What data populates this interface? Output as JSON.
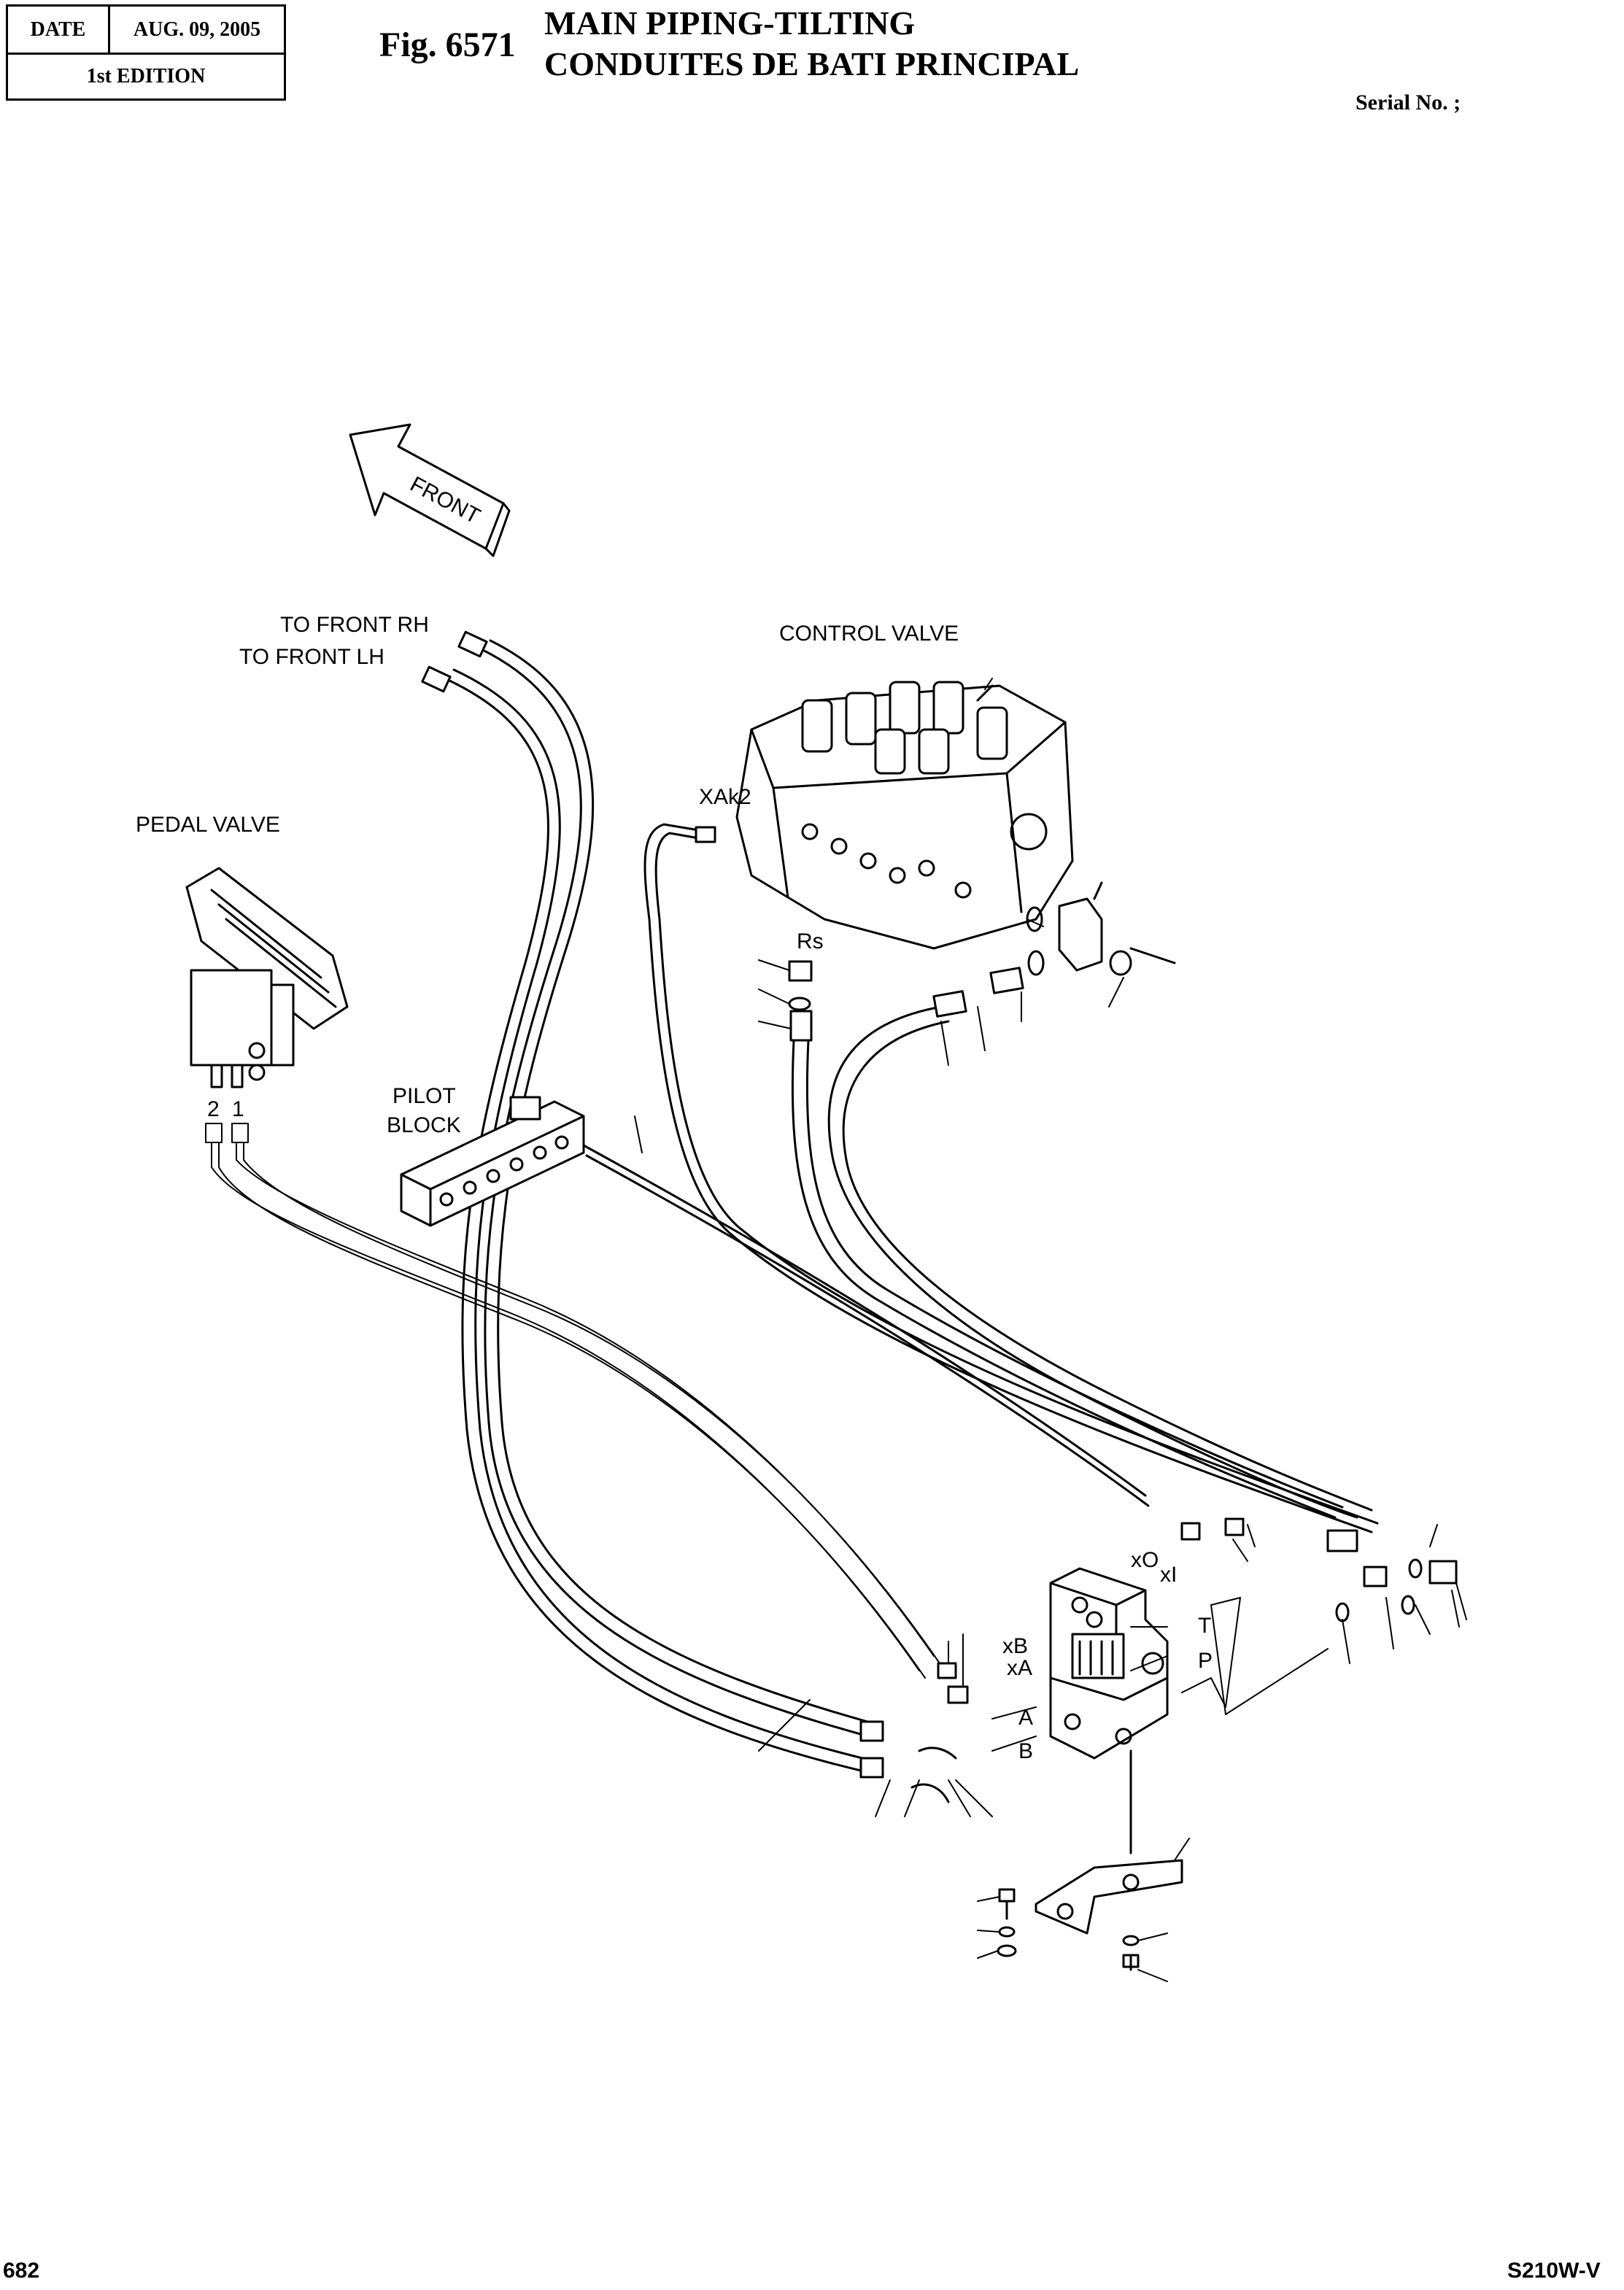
{
  "header": {
    "date_label": "DATE",
    "date_value": "AUG. 09, 2005",
    "edition": "1st EDITION",
    "fig_number": "Fig. 6571",
    "title_line1": "MAIN PIPING-TILTING",
    "title_line2": "CONDUITES DE BATI PRINCIPAL",
    "serial": "Serial No. ;"
  },
  "labels": {
    "front": "FRONT",
    "to_front_rh": "TO FRONT RH",
    "to_front_lh": "TO FRONT LH",
    "control_valve": "CONTROL VALVE",
    "xak2": "XAk2",
    "rs": "Rs",
    "pedal_valve": "PEDAL VALVE",
    "port_2": "2",
    "port_1": "1",
    "pilot": "PILOT",
    "block": "BLOCK",
    "xo": "xO",
    "xi": "xI",
    "xb": "xB",
    "xa": "xA",
    "t": "T",
    "p": "P",
    "a": "A",
    "b": "B"
  },
  "footer": {
    "page": "682",
    "model": "S210W-V"
  }
}
